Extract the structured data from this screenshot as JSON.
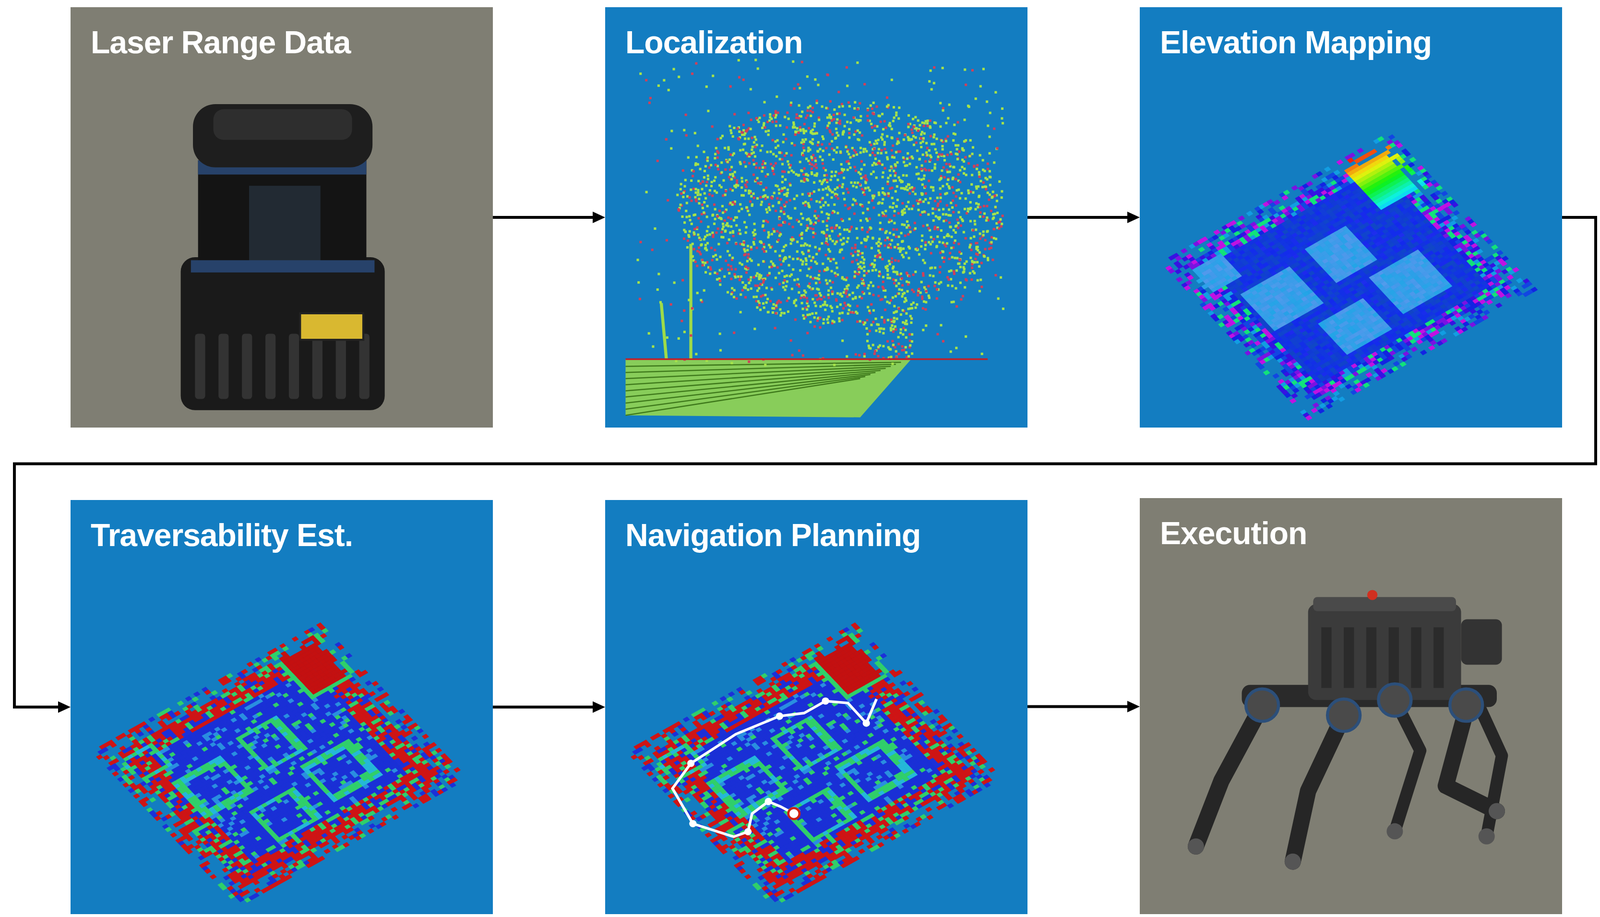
{
  "diagram": {
    "nodes": [
      {
        "text": [
          "Laser Range Data"
        ]
      },
      {
        "text": [
          "Localization"
        ]
      },
      {
        "text": [
          "Elevation Mapping"
        ]
      },
      {
        "text": [
          "Traversability Est."
        ]
      },
      {
        "text": [
          "Navigation Planning"
        ]
      },
      {
        "text": [
          "Execution"
        ]
      }
    ],
    "edges": [
      {
        "from": 0,
        "to": 1,
        "arrow": "to"
      },
      {
        "from": 1,
        "to": 2,
        "arrow": "to"
      },
      {
        "from": 2,
        "to": 3,
        "arrow": "to"
      },
      {
        "from": 3,
        "to": 4,
        "arrow": "to"
      },
      {
        "from": 4,
        "to": 5,
        "arrow": "to"
      }
    ]
  }
}
